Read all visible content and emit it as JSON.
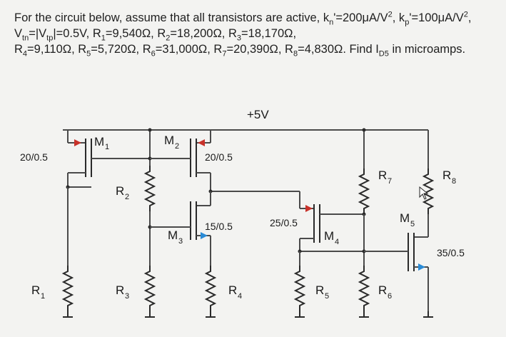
{
  "problem": {
    "p1": "For the circuit below, assume that all transistors are active, k",
    "s1": "n",
    "p2": "'=200μA/V",
    "s2": "2",
    "p3": ", k",
    "s3": "p",
    "p4": "'=100μA/V",
    "s4": "2",
    "p5": ", V",
    "s5": "tn",
    "p6": "=|V",
    "s6": "tp",
    "p7": "|=0.5V, R",
    "s7": "1",
    "p8": "=9,540Ω, R",
    "s8": "2",
    "p9": "=18,200Ω, R",
    "s9": "3",
    "p10": "=18,170Ω,",
    "s10": "4",
    "p11": "=9,110Ω, R",
    "s11": "5",
    "p12": "=5,720Ω, R",
    "s12": "6",
    "p13": "=31,000Ω, R",
    "s13": "7",
    "p14": "=20,390Ω, R",
    "s14": "8",
    "p15": "=4,830Ω. Find I",
    "s15": "D5",
    "p16": " in microamps.",
    "r": "R"
  },
  "circuit": {
    "supply": "+5V",
    "m1": {
      "name": "M",
      "sub": "1",
      "size": "20/0.5"
    },
    "m2": {
      "name": "M",
      "sub": "2",
      "size": "20/0.5"
    },
    "m3": {
      "name": "M",
      "sub": "3",
      "size": "15/0.5"
    },
    "m4": {
      "name": "M",
      "sub": "4",
      "size": "25/0.5"
    },
    "m5": {
      "name": "M",
      "sub": "5",
      "size": "35/0.5"
    },
    "r1": {
      "name": "R",
      "sub": "1"
    },
    "r2": {
      "name": "R",
      "sub": "2"
    },
    "r3": {
      "name": "R",
      "sub": "3"
    },
    "r4": {
      "name": "R",
      "sub": "4"
    },
    "r5": {
      "name": "R",
      "sub": "5"
    },
    "r6": {
      "name": "R",
      "sub": "6"
    },
    "r7": {
      "name": "R",
      "sub": "7"
    },
    "r8": {
      "name": "R",
      "sub": "8"
    }
  },
  "colors": {
    "wire": "#4a4a4a",
    "device": "#2a2a2a",
    "arrow": "#c8322a",
    "text": "#1f1f1f"
  }
}
